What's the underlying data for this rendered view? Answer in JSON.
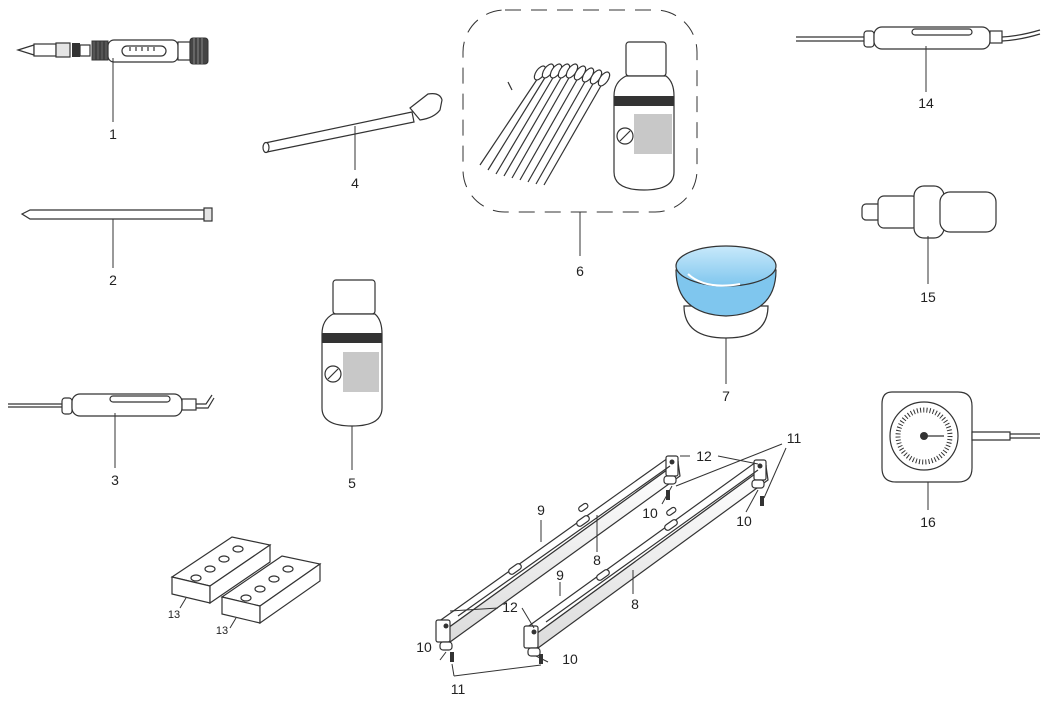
{
  "labels": {
    "l1": "1",
    "l2": "2",
    "l3": "3",
    "l4": "4",
    "l5": "5",
    "l6": "6",
    "l7": "7",
    "l8a": "8",
    "l8b": "8",
    "l9a": "9",
    "l9b": "9",
    "l10a": "10",
    "l10b": "10",
    "l10c": "10",
    "l10d": "10",
    "l11a": "11",
    "l11b": "11",
    "l12a": "12",
    "l12b": "12",
    "l13a": "13",
    "l13b": "13",
    "l14": "14",
    "l15": "15",
    "l16": "16"
  },
  "colors": {
    "ink": "#333333",
    "bowl_blue": "#7fc6ee",
    "bowl_blue_light": "#c8e9fb",
    "label_gray": "#c8c8c8",
    "band_dark": "#333333"
  },
  "icons": {
    "item1": "adjustment-tool-icon",
    "item2": "rod-icon",
    "item3": "probe-pen-icon",
    "item4": "spatula-icon",
    "item5": "bottle-icon",
    "item6": "swab-kit-icon",
    "item7": "bowl-icon",
    "item8_9": "rail-icon",
    "item10": "foot-icon",
    "item11": "screw-icon",
    "item12": "end-cap-icon",
    "item13": "mounting-block-icon",
    "item14": "probe-pen-icon",
    "item15": "coupling-icon",
    "item16": "pressure-gauge-icon"
  }
}
